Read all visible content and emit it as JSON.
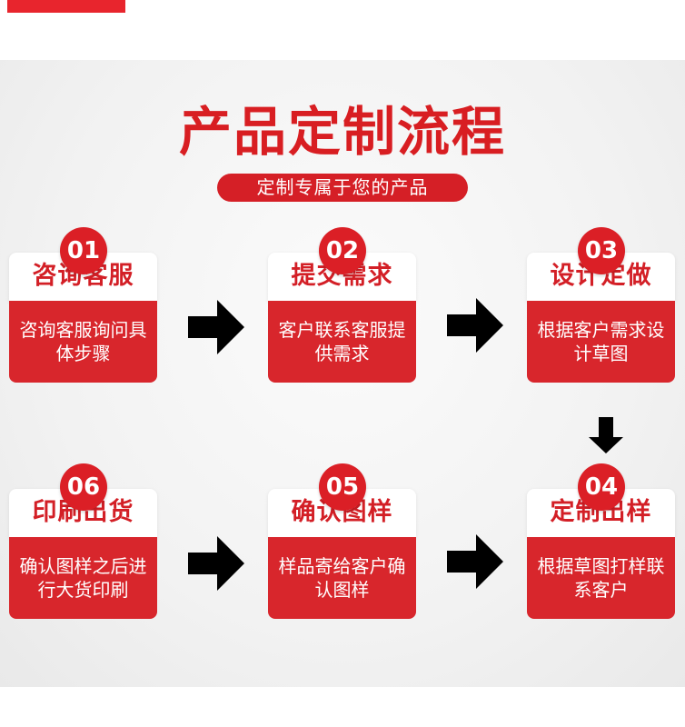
{
  "header": {
    "title": "产品定制流程",
    "subtitle": "定制专属于您的产品"
  },
  "colors": {
    "brand_red": "#d8262c",
    "title_red": "#d81e22",
    "arrow": "#000000"
  },
  "steps": [
    {
      "num": "01",
      "title": "咨询客服",
      "desc": "咨询客服询问具体步骤"
    },
    {
      "num": "02",
      "title": "提交需求",
      "desc": "客户联系客服提供需求"
    },
    {
      "num": "03",
      "title": "设计定做",
      "desc": "根据客户需求设计草图"
    },
    {
      "num": "04",
      "title": "定制出样",
      "desc": "根据草图打样联系客户"
    },
    {
      "num": "05",
      "title": "确认图样",
      "desc": "样品寄给客户确认图样"
    },
    {
      "num": "06",
      "title": "印刷出货",
      "desc": "确认图样之后进行大货印刷"
    }
  ],
  "icons": {
    "arrow_right": "arrow-right-icon",
    "arrow_down": "arrow-down-icon"
  }
}
